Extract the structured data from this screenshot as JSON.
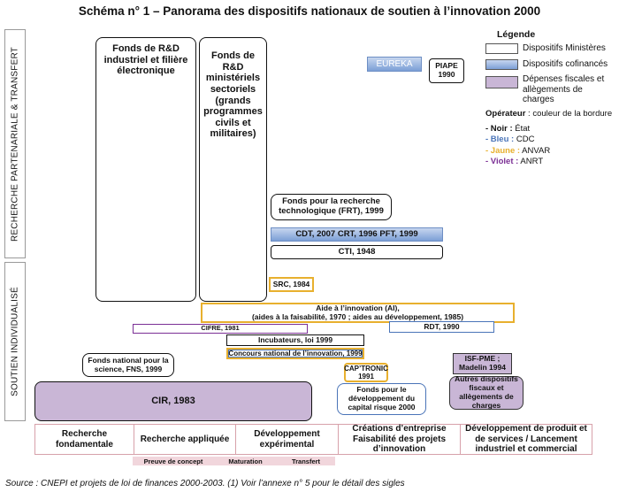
{
  "title": "Schéma n° 1 – Panorama des dispositifs nationaux de soutien à l’innovation 2000",
  "side_labels": {
    "top": "RECHERCHE PARTENARIALE & TRANSFERT",
    "bottom": "SOUTIEN INDIVIDUALISÉ"
  },
  "boxes": {
    "fonds_rd_industriel": "Fonds de R&D industriel et filière électronique",
    "fonds_rd_ministeriels": "Fonds de R&D ministériels sectoriels (grands programmes civils et militaires)",
    "eureka": "EUREKA",
    "piape": "PIAPE 1990",
    "frt": "Fonds pour la recherche technologique (FRT), 1999",
    "cdt": "CDT, 2007 CRT, 1996  PFT, 1999",
    "cti": "CTI, 1948",
    "src": "SRC, 1984",
    "ai_line1": "Aide à l’innovation (AI),",
    "ai_line2": "(aides à la faisabilité, 1970 ; aides au développement, 1985)",
    "cifre": "CIFRE, 1981",
    "rdt": "RDT, 1990",
    "incubateurs": "Incubateurs, loi 1999",
    "concours": "Concours national de l’innovation, 1999",
    "fns": "Fonds national pour la science, FNS, 1999",
    "captronic": "CAP’TRONIC 1991",
    "isf_pme": "ISF-PME ; Madelin 1994",
    "cir": "CIR, 1983",
    "capital_risque": "Fonds pour le développement du capital risque 2000",
    "autres_dispositifs": "Autres dispositifs fiscaux et allègements de charges"
  },
  "legend": {
    "heading": "Légende",
    "items": [
      "Dispositifs Ministères",
      "Dispositifs cofinancés",
      "Dépenses fiscales et allègements de charges"
    ],
    "operator_label": "Opérateur",
    "operator_suffix": " : couleur de la bordure",
    "operators": [
      {
        "key": "- Noir :",
        "value": " État",
        "color": "#111111"
      },
      {
        "key": "- Bleu :",
        "value": " CDC",
        "color": "#4a74b8"
      },
      {
        "key": "- Jaune :",
        "value": " ANVAR",
        "color": "#e8b02e"
      },
      {
        "key": "- Violet :",
        "value": " ANRT",
        "color": "#7b2f95"
      }
    ]
  },
  "stages": [
    "Recherche fondamentale",
    "Recherche appliquée",
    "Développement expérimental",
    "Créations d’entreprise Faisabilité des projets d’innovation",
    "Développement de produit et de services / Lancement industriel et commercial"
  ],
  "phases": [
    "Preuve de concept",
    "Maturation",
    "Transfert"
  ],
  "source": "Source : CNEPI et projets de loi de finances 2000-2003. (1) Voir l’annexe n° 5 pour le détail des sigles",
  "colors": {
    "black": "#111111",
    "blue": "#4a74b8",
    "yellow": "#e8b02e",
    "violet": "#7b2f95",
    "pink": "#f1d6dc"
  }
}
